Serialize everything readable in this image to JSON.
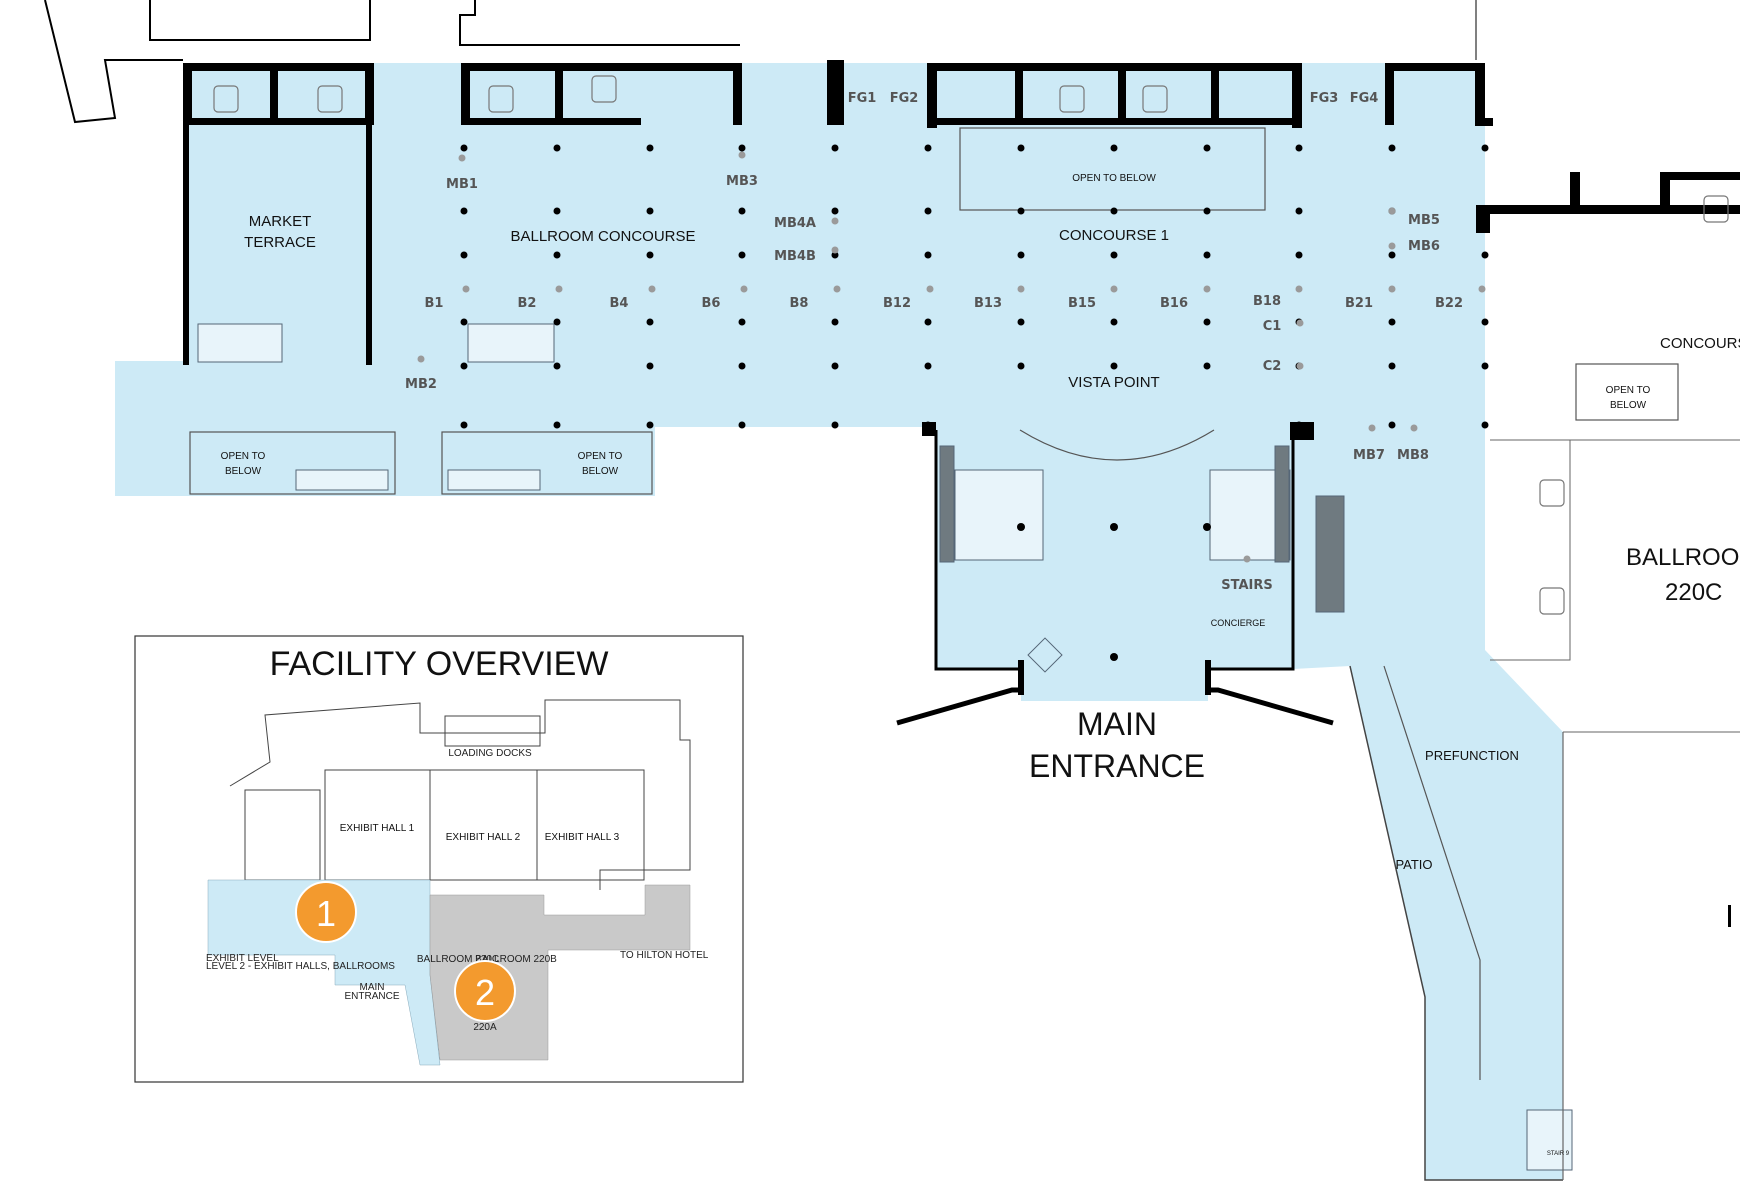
{
  "colors": {
    "floor_highlight": "#cdeaf6",
    "badge": "#f39a2e",
    "wall": "#000000",
    "booth_marker": "#9a9a9a",
    "overview_gray": "#c9c9c9"
  },
  "areas": {
    "market_terrace": [
      "MARKET",
      "TERRACE"
    ],
    "ballroom_concourse": "BALLROOM CONCOURSE",
    "concourse_1": "CONCOURSE 1",
    "open_to_below_top": "OPEN TO BELOW",
    "vista_point": "VISTA POINT",
    "open_to_below_left": [
      "OPEN TO",
      "BELOW"
    ],
    "open_to_below_mid": [
      "OPEN TO",
      "BELOW"
    ],
    "open_to_below_right": [
      "OPEN TO",
      "BELOW"
    ],
    "stairs": "STAIRS",
    "concierge": "CONCIERGE",
    "main_entrance": [
      "MAIN",
      "ENTRANCE"
    ],
    "concourse_right": "CONCOURSE",
    "ballroom_220c": [
      "BALLROOM",
      "220C"
    ],
    "prefunction": "PREFUNCTION",
    "patio": "PATIO",
    "stair_9": "STAIR 9"
  },
  "booths": {
    "MB1": "MB1",
    "MB2": "MB2",
    "MB3": "MB3",
    "MB4A": "MB4A",
    "MB4B": "MB4B",
    "MB5": "MB5",
    "MB6": "MB6",
    "MB7": "MB7",
    "MB8": "MB8",
    "B1": "B1",
    "B2": "B2",
    "B4": "B4",
    "B6": "B6",
    "B8": "B8",
    "B12": "B12",
    "B13": "B13",
    "B15": "B15",
    "B16": "B16",
    "B18": "B18",
    "B21": "B21",
    "B22": "B22",
    "C1": "C1",
    "C2": "C2",
    "FG1": "FG1",
    "FG2": "FG2",
    "FG3": "FG3",
    "FG4": "FG4"
  },
  "overview": {
    "title": "FACILITY OVERVIEW",
    "exhibit_hall_1": "EXHIBIT HALL 1",
    "exhibit_hall_2": "EXHIBIT HALL 2",
    "exhibit_hall_3": "EXHIBIT HALL 3",
    "loading_docks": "LOADING DOCKS",
    "main_entrance": [
      "MAIN",
      "ENTRANCE"
    ],
    "exhibit_level": "EXHIBIT LEVEL",
    "level_caption": "LEVEL 2 - EXHIBIT HALLS, BALLROOMS",
    "to_hilton": "TO HILTON HOTEL",
    "ballroom_220c": "BALLROOM 220C",
    "ballroom_220b": "BALLROOM 220B",
    "ballroom_220a": "220A",
    "badge_1": "1",
    "badge_2": "2"
  }
}
